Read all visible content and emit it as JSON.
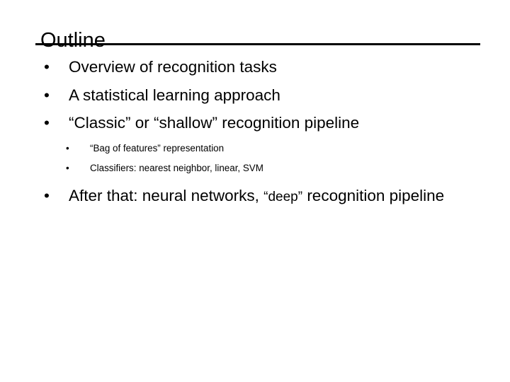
{
  "slide": {
    "title": "Outline",
    "bullet_glyph": "•",
    "colors": {
      "background": "#ffffff",
      "text": "#000000",
      "rule": "#000000"
    },
    "items": [
      {
        "level": 1,
        "text": "Overview of recognition tasks"
      },
      {
        "level": 1,
        "text": "A statistical learning approach"
      },
      {
        "level": 1,
        "text": "“Classic” or “shallow” recognition pipeline"
      },
      {
        "level": 2,
        "text": "“Bag of features” representation"
      },
      {
        "level": 2,
        "text": "Classifiers: nearest neighbor, linear, SVM"
      },
      {
        "level": 1,
        "text_part_1": "After that: neural networks, ",
        "text_part_2": "“deep”",
        "text_part_3": " recognition pipeline"
      }
    ]
  }
}
